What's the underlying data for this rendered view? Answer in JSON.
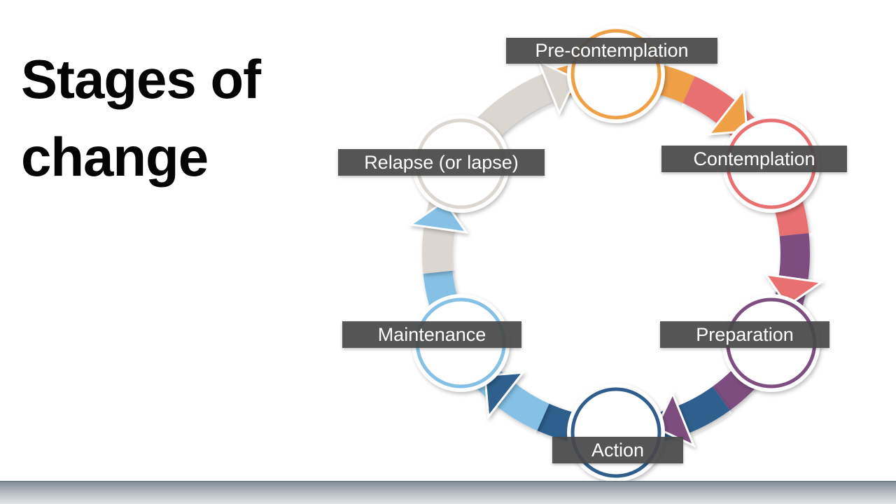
{
  "title": {
    "line1": "Stages of",
    "line2": "change"
  },
  "diagram": {
    "type": "cycle",
    "direction": "clockwise",
    "label_bar_color": "#4A4A4A",
    "node_fill": "#FFFFFF",
    "stages": [
      {
        "label": "Pre-contemplation",
        "color": "#EFA046",
        "angle": -90
      },
      {
        "label": "Contemplation",
        "color": "#E97070",
        "angle": -30
      },
      {
        "label": "Preparation",
        "color": "#7D4E7F",
        "angle": 30
      },
      {
        "label": "Action",
        "color": "#2F5E8D",
        "angle": 90
      },
      {
        "label": "Maintenance",
        "color": "#84C1E4",
        "angle": 150
      },
      {
        "label": "Relapse (or lapse)",
        "color": "#DBD6D0",
        "angle": 210
      }
    ]
  }
}
